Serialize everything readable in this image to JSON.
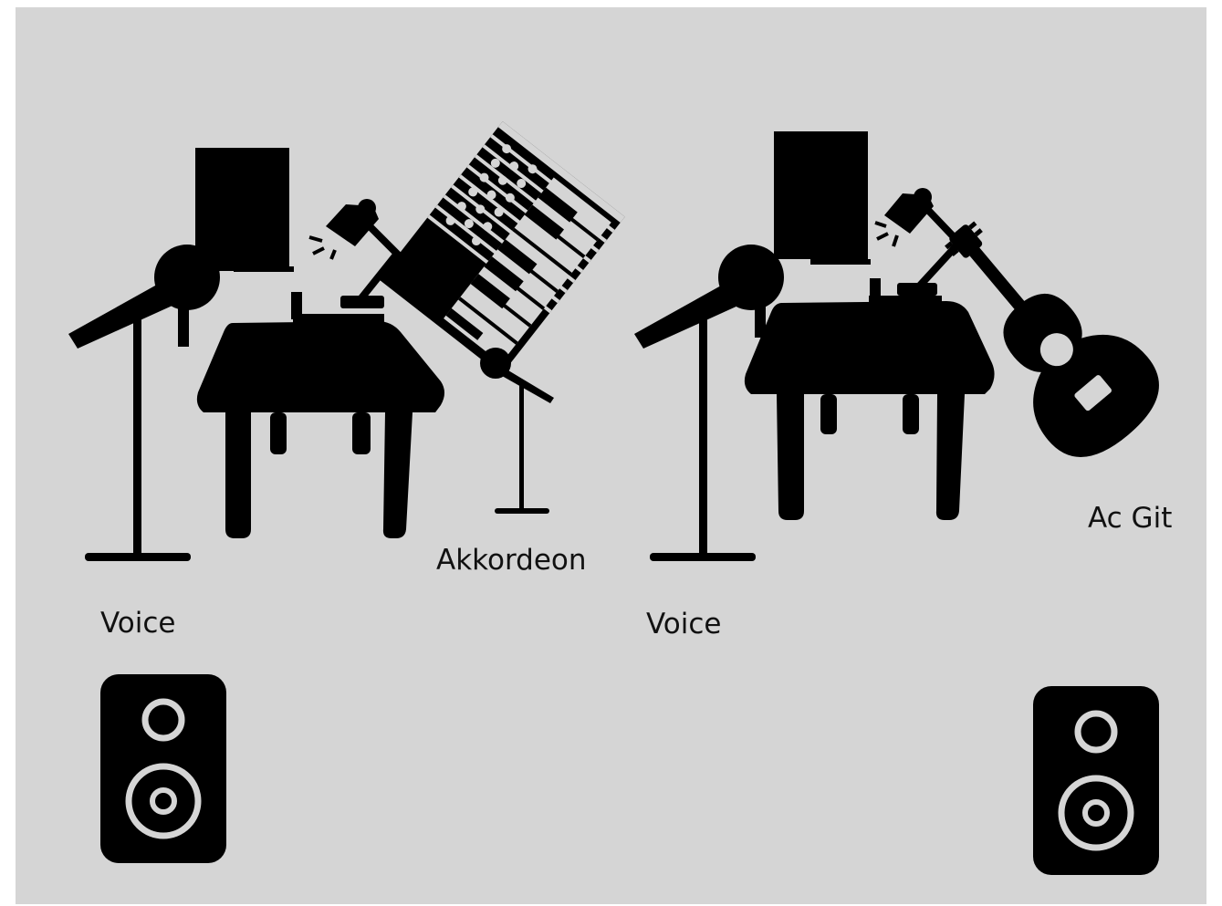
{
  "background_color": "#d5d5d5",
  "icon_color": "#000000",
  "setups": [
    {
      "icons": [
        "microphone-stand-icon",
        "desk-with-monitor-icon",
        "desk-lamp-icon",
        "accordion-icon",
        "small-microphone-icon"
      ],
      "voice_label": "Voice",
      "instrument_label": "Akkordeon"
    },
    {
      "icons": [
        "microphone-stand-icon",
        "desk-with-monitor-icon",
        "desk-lamp-icon",
        "acoustic-guitar-icon"
      ],
      "voice_label": "Voice",
      "instrument_label": "Ac Git"
    }
  ],
  "speakers": [
    "speaker-left-icon",
    "speaker-right-icon"
  ]
}
